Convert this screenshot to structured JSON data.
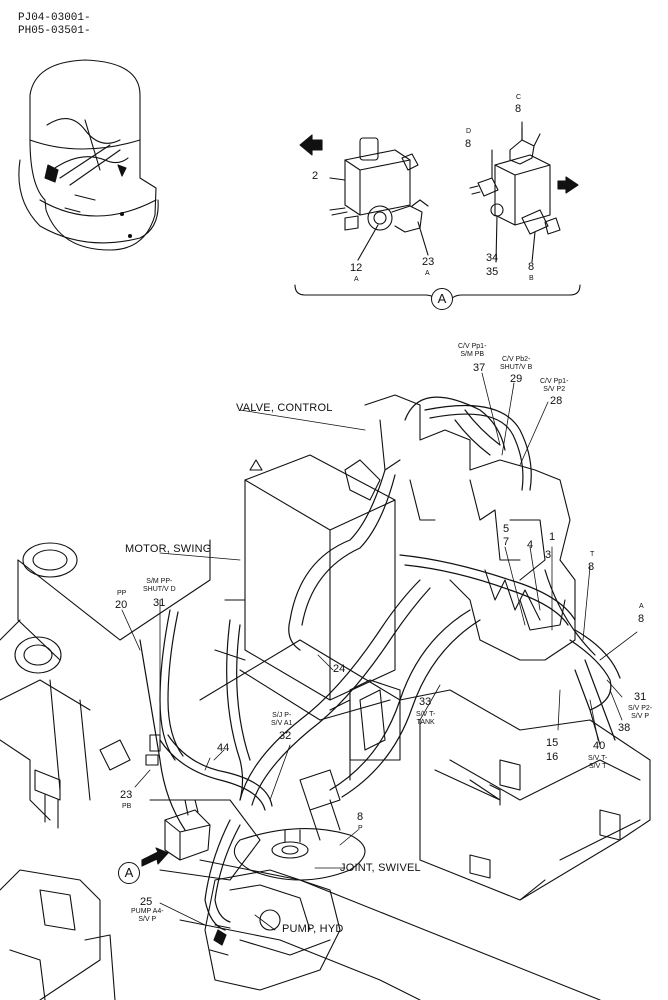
{
  "header": {
    "serial_ranges": [
      "PJ04-03001-",
      "PH05-03501-"
    ]
  },
  "detail_a": {
    "circle_label": "A",
    "left_valve": {
      "item": "2",
      "port_a_num": "12",
      "port_a_letter": "A",
      "fitting_a_num": "23",
      "fitting_a_letter": "A"
    },
    "right_valve": {
      "c_letter": "C",
      "c_num": "8",
      "d_letter": "D",
      "d_num": "8",
      "n34": "34",
      "n35": "35",
      "b_num": "8",
      "b_letter": "B"
    }
  },
  "main": {
    "titles": {
      "valve_control": "VALVE, CONTROL",
      "motor_swing": "MOTOR, SWING",
      "joint_swivel": "JOINT, SWIVEL",
      "pump_hyd": "PUMP, HYD"
    },
    "view_marker": "A",
    "callouts": {
      "c37": {
        "desc": "C/V Pp1-\nS/M PB",
        "num": "37"
      },
      "c29": {
        "desc": "C/V Pb2-\nSHUT/V B",
        "num": "29"
      },
      "c28": {
        "desc": "C/V Pp1-\nS/V P2",
        "num": "28"
      },
      "c5": "5",
      "c7": "7",
      "c4": "4",
      "c1": "1",
      "c3": "3",
      "c8t_num": "8",
      "c8t_letter": "T",
      "c8a_letter": "A",
      "c8a_num": "8",
      "c24": "24",
      "c20": {
        "desc": "PP",
        "num": "20"
      },
      "c31a": {
        "desc": "S/M PP-\nSHUT/V D",
        "num": "31"
      },
      "c32": {
        "desc": "S/J P-\nS/V A1",
        "num": "32"
      },
      "c33": {
        "num": "33",
        "desc": "S/V T-\nTANK"
      },
      "c44": "44",
      "c23": {
        "num": "23",
        "letter": "PB"
      },
      "c8p": {
        "num": "8",
        "letter": "P"
      },
      "c15": "15",
      "c16": "16",
      "c40": {
        "num": "40",
        "desc": "S/V T-\nS/V T"
      },
      "c38": "38",
      "c31b": {
        "num": "31",
        "desc": "S/V P2-\nS/V P"
      },
      "c25": {
        "num": "25",
        "desc": "PUMP A4-\nS/V P"
      }
    }
  },
  "colors": {
    "ink": "#111111",
    "paper": "#ffffff"
  }
}
